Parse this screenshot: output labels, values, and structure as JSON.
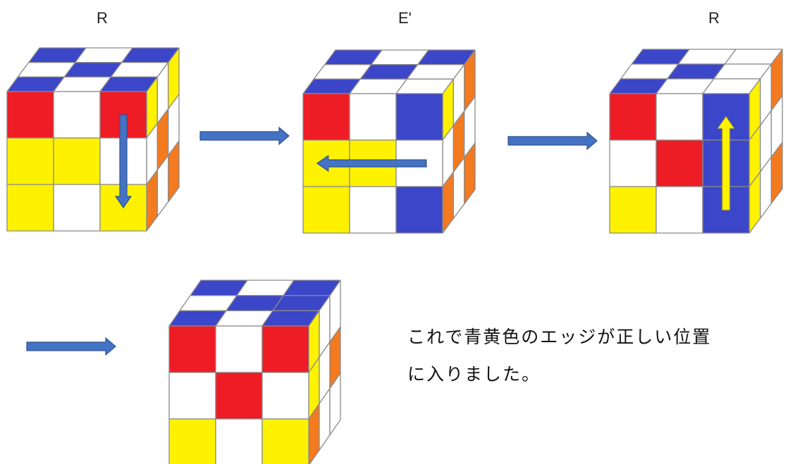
{
  "colors": {
    "B": "#3c46c8",
    "W": "#ffffff",
    "R": "#ee1c25",
    "Y": "#fff200",
    "O": "#f47a20"
  },
  "steps": [
    {
      "label": "R"
    },
    {
      "label": "E'"
    },
    {
      "label": "R"
    }
  ],
  "caption": {
    "line1": "これで青黄色のエッジが正しい位置",
    "line2": "に入りました。"
  },
  "cubes": [
    {
      "name": "cube-1",
      "front": [
        [
          "R",
          "W",
          "R"
        ],
        [
          "Y",
          "Y",
          "W"
        ],
        [
          "Y",
          "W",
          "Y"
        ]
      ],
      "top": [
        [
          "B",
          "W",
          "B"
        ],
        [
          "W",
          "B",
          "W"
        ],
        [
          "B",
          "W",
          "B"
        ]
      ],
      "side": [
        [
          "Y",
          "W",
          "Y"
        ],
        [
          "W",
          "O",
          "W"
        ],
        [
          "O",
          "W",
          "O"
        ]
      ],
      "overlay_arrow": {
        "direction": "down",
        "color": "blue"
      }
    },
    {
      "name": "cube-2",
      "front": [
        [
          "R",
          "W",
          "B"
        ],
        [
          "Y",
          "Y",
          "W"
        ],
        [
          "Y",
          "W",
          "B"
        ]
      ],
      "top": [
        [
          "B",
          "W",
          "B"
        ],
        [
          "W",
          "B",
          "W"
        ],
        [
          "B",
          "W",
          "W"
        ]
      ],
      "side": [
        [
          "Y",
          "W",
          "O"
        ],
        [
          "W",
          "O",
          "W"
        ],
        [
          "O",
          "W",
          "O"
        ]
      ],
      "overlay_arrow": {
        "direction": "left",
        "color": "blue"
      }
    },
    {
      "name": "cube-3",
      "front": [
        [
          "R",
          "W",
          "B"
        ],
        [
          "W",
          "R",
          "B"
        ],
        [
          "Y",
          "W",
          "B"
        ]
      ],
      "top": [
        [
          "B",
          "W",
          "W"
        ],
        [
          "W",
          "B",
          "W"
        ],
        [
          "B",
          "W",
          "W"
        ]
      ],
      "side": [
        [
          "Y",
          "W",
          "O"
        ],
        [
          "Y",
          "W",
          "W"
        ],
        [
          "Y",
          "W",
          "O"
        ]
      ],
      "overlay_arrow": {
        "direction": "up",
        "color": "yellow"
      }
    },
    {
      "name": "cube-4",
      "front": [
        [
          "R",
          "W",
          "R"
        ],
        [
          "W",
          "R",
          "W"
        ],
        [
          "Y",
          "W",
          "Y"
        ]
      ],
      "top": [
        [
          "B",
          "W",
          "B"
        ],
        [
          "W",
          "B",
          "B"
        ],
        [
          "B",
          "W",
          "B"
        ]
      ],
      "side": [
        [
          "Y",
          "W",
          "W"
        ],
        [
          "Y",
          "W",
          "O"
        ],
        [
          "O",
          "W",
          "W"
        ]
      ],
      "overlay_arrow": null
    }
  ]
}
